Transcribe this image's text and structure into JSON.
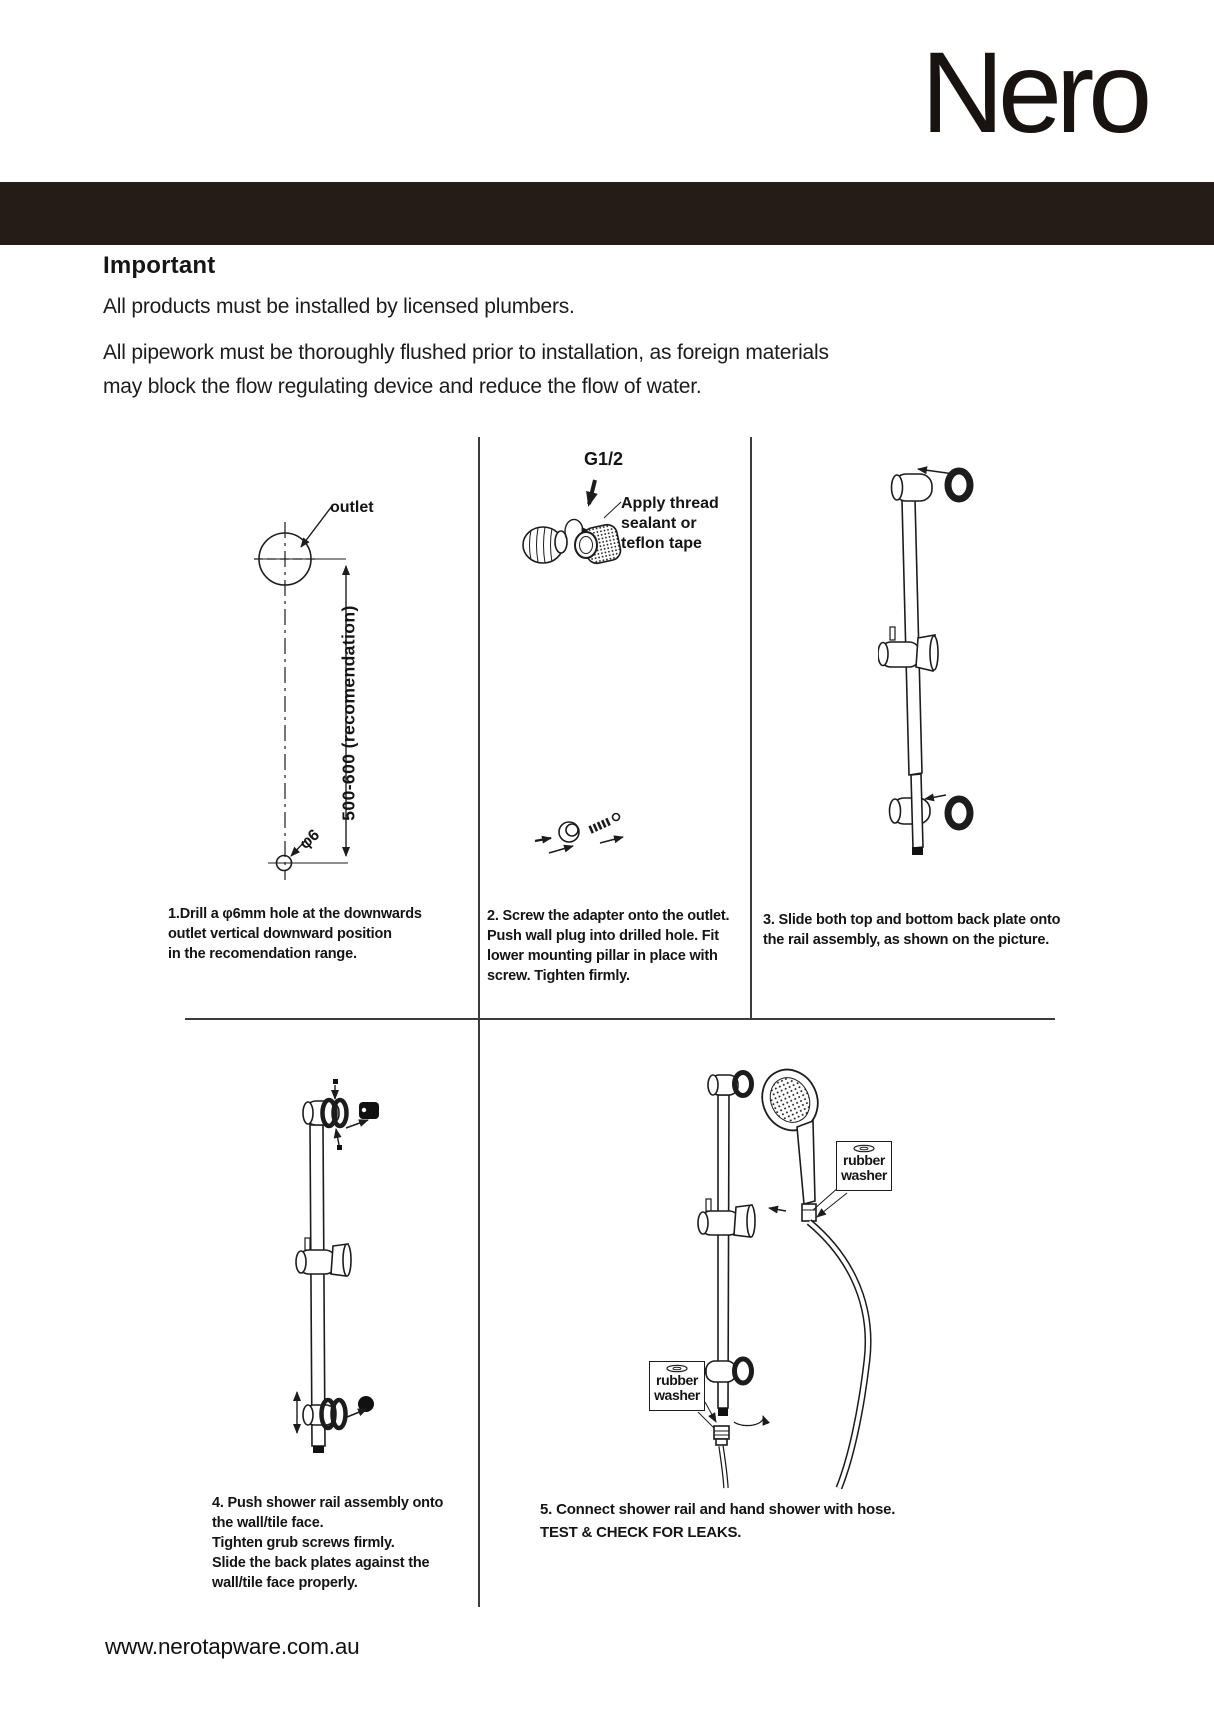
{
  "brand": {
    "logo": "Nero"
  },
  "header": {
    "title": "Important"
  },
  "intro": {
    "line1": "All products must be installed by licensed plumbers.",
    "line2": "All pipework must be thoroughly flushed prior to installation, as foreign materials\nmay block the flow regulating device and reduce the flow of water."
  },
  "figures": {
    "step1": {
      "labels": {
        "outlet": "outlet",
        "dimension": "500-600 (recomendation)",
        "hole": "φ6"
      },
      "caption": "1.Drill a φ6mm hole at the downwards\noutlet vertical downward position\nin the recomendation range."
    },
    "step2": {
      "labels": {
        "thread_size": "G1/2",
        "sealant": "Apply thread\nsealant or\nteflon tape"
      },
      "caption": "2. Screw the adapter onto the outlet.\nPush wall plug into drilled hole. Fit\nlower mounting pillar in place with\nscrew. Tighten firmly."
    },
    "step3": {
      "caption": "3. Slide both top and bottom back plate onto\nthe rail assembly, as shown on the picture."
    },
    "step4": {
      "caption": "4. Push shower rail assembly onto\nthe wall/tile face.\nTighten grub screws firmly.\nSlide the back plates against the\nwall/tile face properly."
    },
    "step5": {
      "labels": {
        "washer_top": "rubber\nwasher",
        "washer_bottom": "rubber\nwasher"
      },
      "caption": "5. Connect shower rail and hand shower with hose.\nTEST & CHECK FOR LEAKS."
    }
  },
  "footer": {
    "website": "www.nerotapware.com.au"
  },
  "colors": {
    "band": "#251c18",
    "ink": "#1c1c1c"
  }
}
